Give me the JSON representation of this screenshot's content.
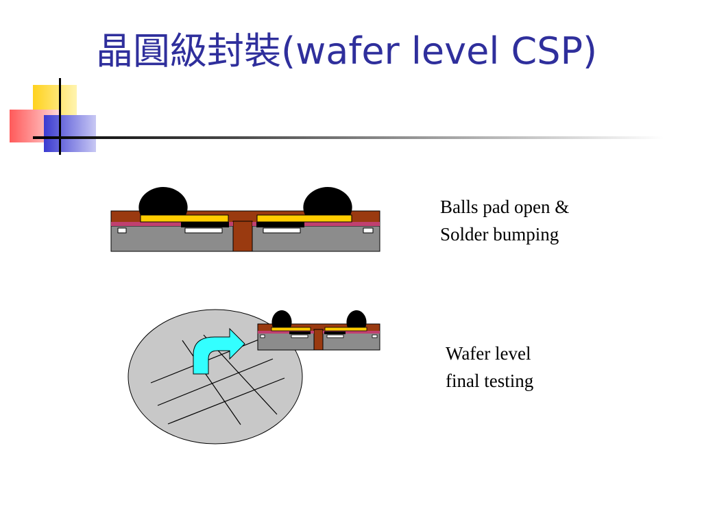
{
  "slide": {
    "title": "晶圓級封裝(wafer level CSP)"
  },
  "captions": {
    "step1": [
      "Balls pad open &",
      "Solder bumping"
    ],
    "step2": [
      "Wafer level",
      "final testing"
    ]
  },
  "colors": {
    "title": "#2f2f9c",
    "deco_yellow": "#ffd21e",
    "deco_red": "#ff5a5a",
    "deco_blue": "#3a3ad0",
    "die_gray": "#8c8c8c",
    "passivation_brown": "#9a3a10",
    "polymer_pink": "#c04070",
    "pad_yellow": "#ffcc00",
    "solder_ball": "#000000",
    "wafer": "#c8c8c8",
    "arrow_cyan": "#33ffff"
  },
  "icons": {
    "wafer": "wafer-disc-icon",
    "arrow": "curved-arrow-icon",
    "ball": "solder-ball-icon"
  }
}
